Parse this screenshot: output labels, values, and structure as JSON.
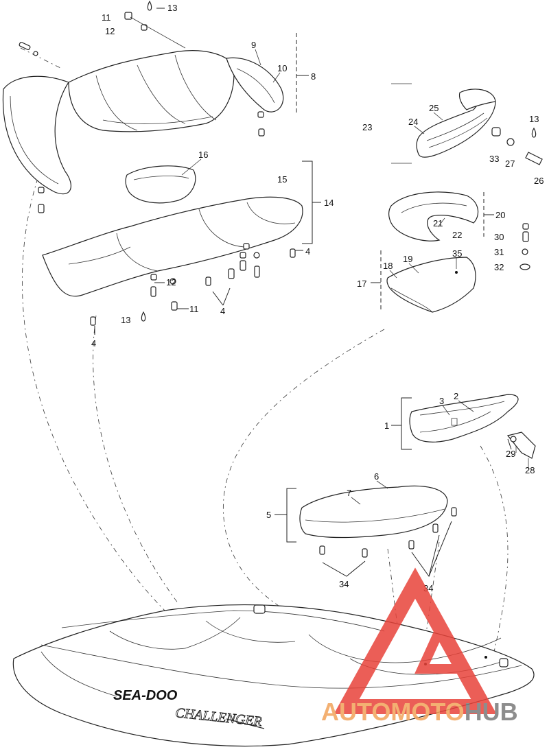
{
  "labels": {
    "l1": "1",
    "l2": "2",
    "l3": "3",
    "l4a": "4",
    "l4b": "4",
    "l4c": "4",
    "l5": "5",
    "l6": "6",
    "l7": "7",
    "l8": "8",
    "l9": "9",
    "l10": "10",
    "l11a": "11",
    "l11b": "11",
    "l12a": "12",
    "l12b": "12",
    "l13a": "13",
    "l13b": "13",
    "l13c": "13",
    "l14": "14",
    "l15": "15",
    "l16": "16",
    "l17": "17",
    "l18": "18",
    "l19": "19",
    "l20": "20",
    "l21": "21",
    "l22": "22",
    "l23": "23",
    "l24": "24",
    "l25": "25",
    "l26": "26",
    "l27": "27",
    "l28": "28",
    "l29": "29",
    "l30": "30",
    "l31": "31",
    "l32": "32",
    "l33": "33",
    "l34a": "34",
    "l34b": "34",
    "l35": "35"
  },
  "hull": {
    "brand": "SEA-DOO",
    "model": "CHALLENGER"
  },
  "watermark": {
    "part1": "AUTO",
    "part2": "MOTO",
    "part3": "HUB",
    "color_red": "#e8433a",
    "color_orange": "#f2a35a",
    "color_gray": "#7a7a7a"
  }
}
